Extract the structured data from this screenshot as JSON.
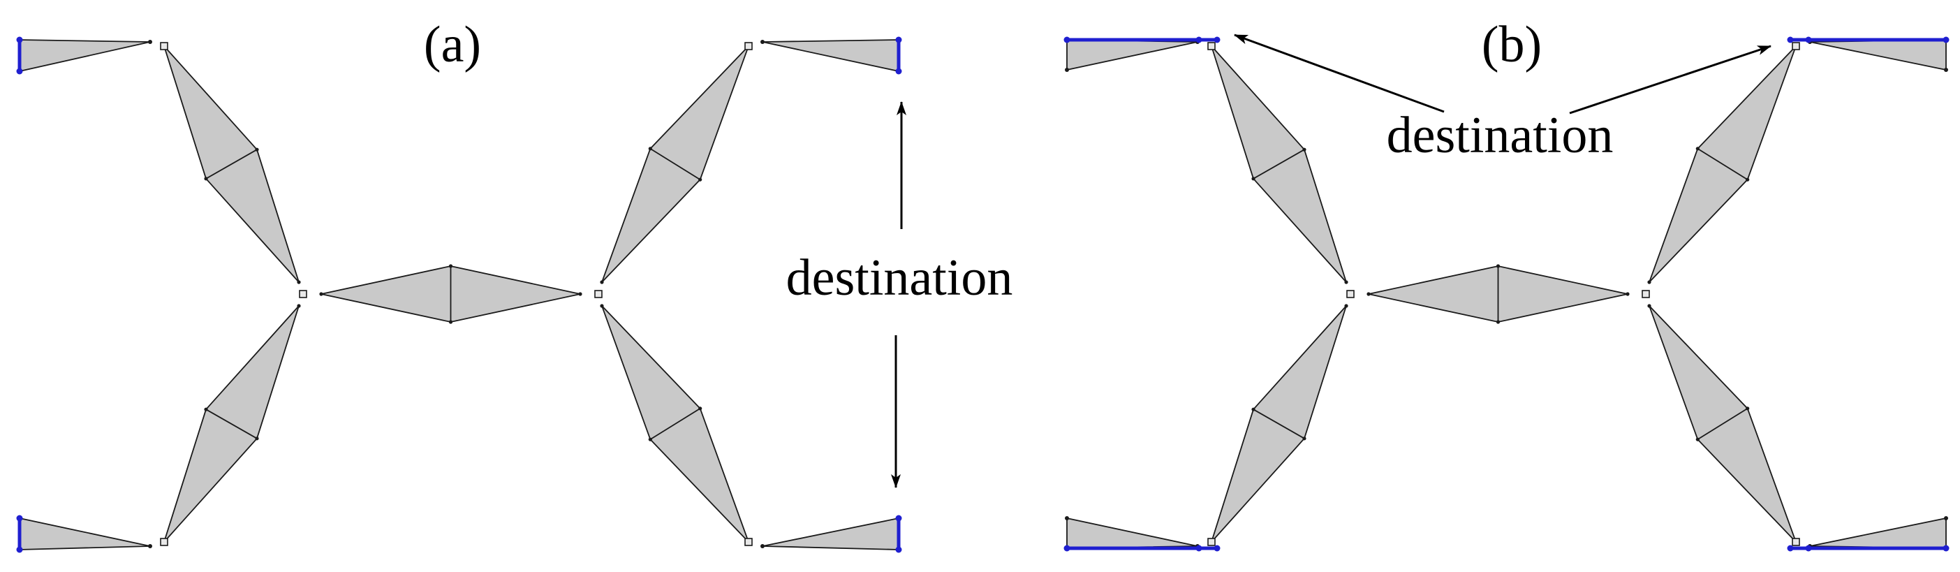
{
  "panels": [
    {
      "label": "(a)",
      "annotation": "destination"
    },
    {
      "label": "(b)",
      "annotation": "destination"
    }
  ],
  "colors": {
    "fill": "#c9c9c9",
    "stroke": "#1a1a1a",
    "highlight": "#1f1fd0",
    "arrow": "#000000"
  }
}
